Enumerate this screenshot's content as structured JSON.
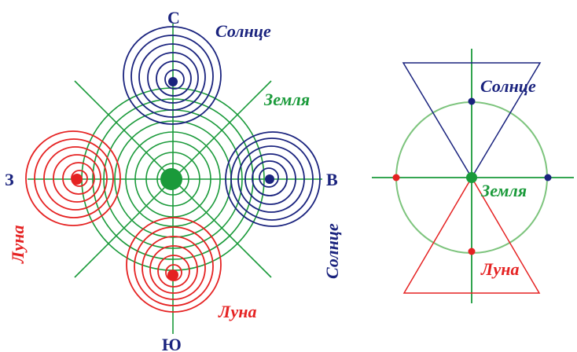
{
  "colors": {
    "earth": "#1a9a3a",
    "earth_light": "#7dc47d",
    "sun": "#1a237e",
    "moon": "#e52222",
    "direction_text": "#1a237e"
  },
  "left_diagram": {
    "directions": {
      "north": "С",
      "south": "Ю",
      "west": "З",
      "east": "В"
    },
    "labels": {
      "sun_top": "Солнце",
      "earth": "Земля",
      "sun_right": "Солнце",
      "moon_left": "Луна",
      "moon_bottom": "Луна"
    }
  },
  "right_diagram": {
    "labels": {
      "sun": "Солнце",
      "earth": "Земля",
      "moon": "Луна"
    }
  }
}
